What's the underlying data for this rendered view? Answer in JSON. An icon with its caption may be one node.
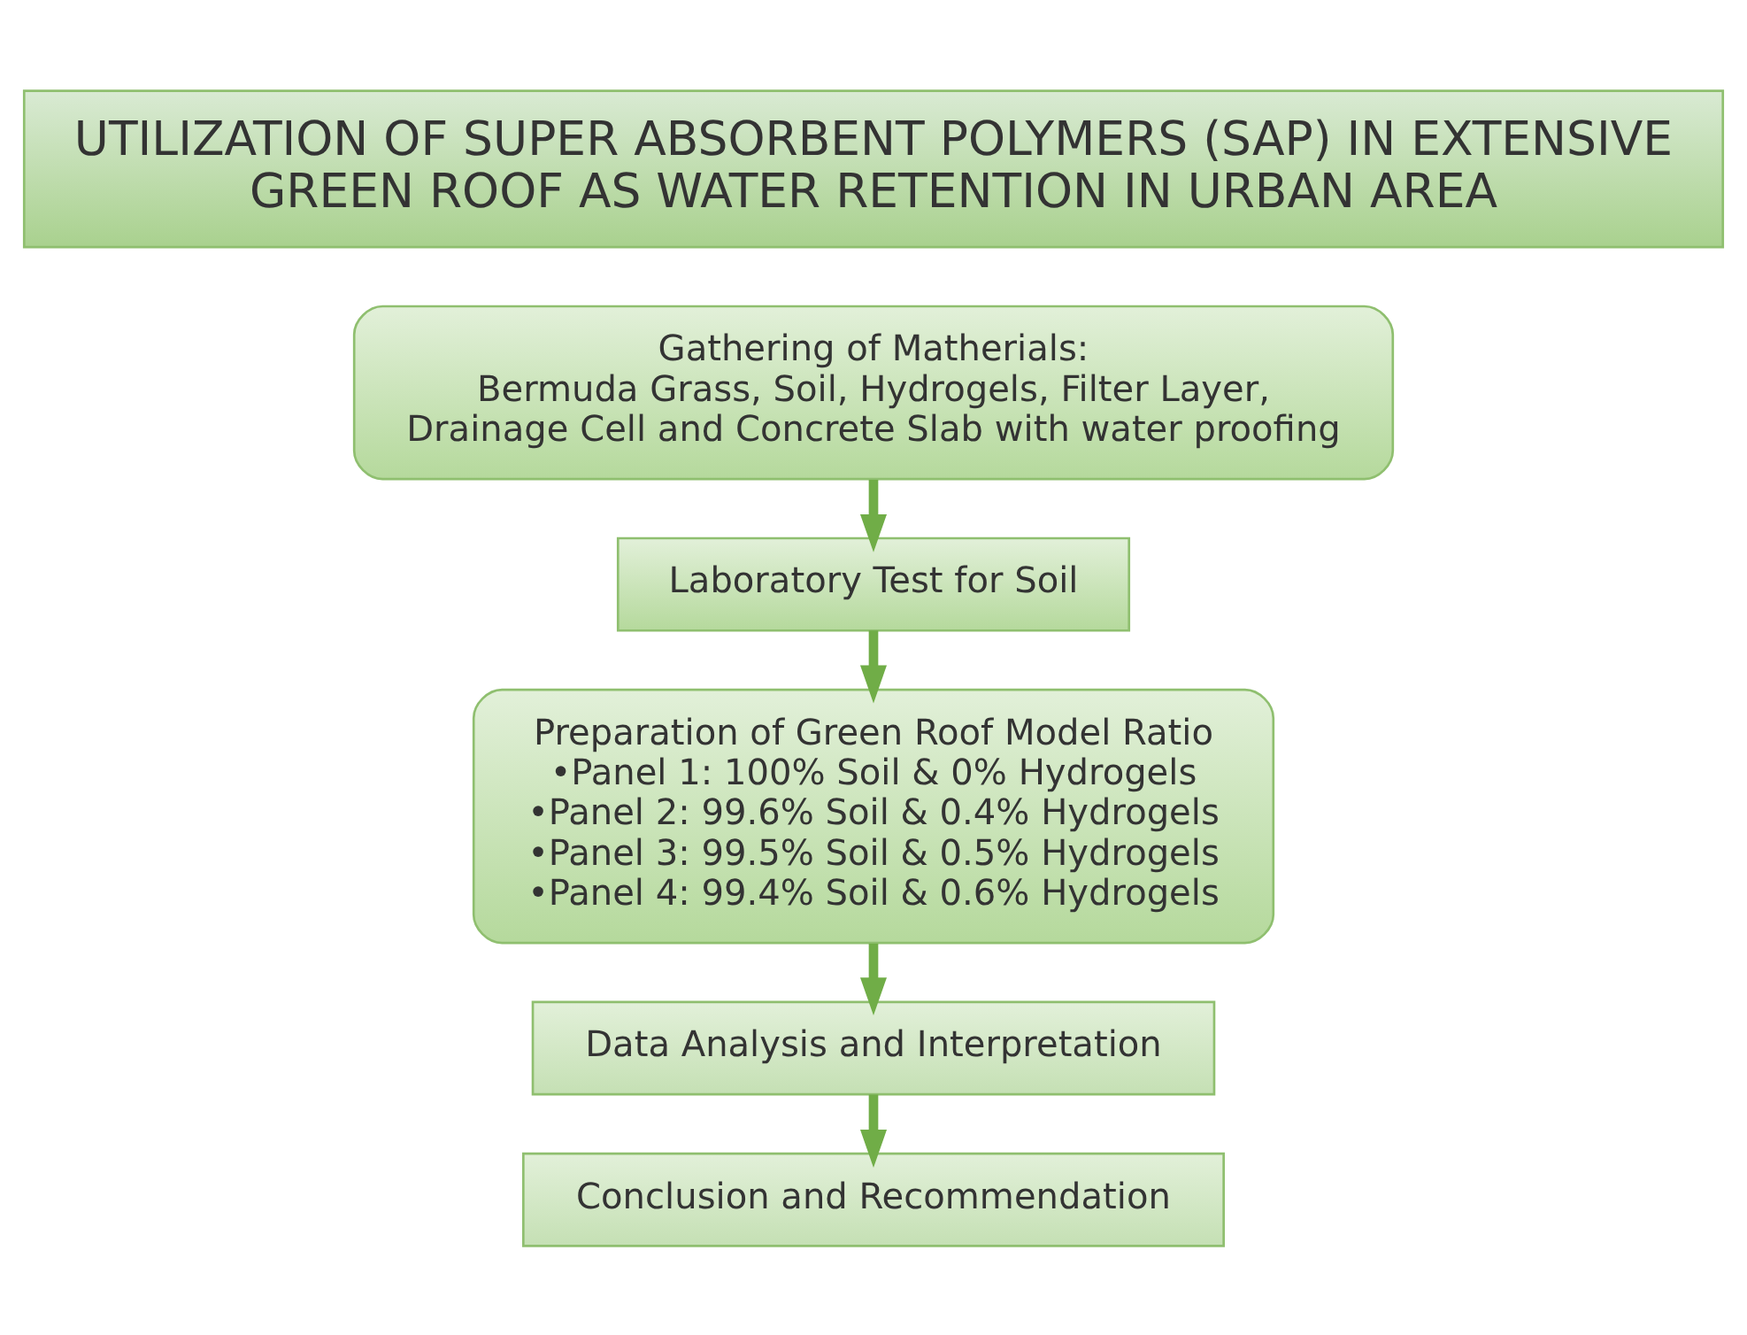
{
  "diagram": {
    "nodes": [
      {
        "text": [
          "UTILIZATION OF SUPER ABSORBENT POLYMERS (SAP) IN EXTENSIVE GREEN ROOF AS WATER RETENTION IN URBAN AREA"
        ]
      },
      {
        "text": [
          "Gathering of Matherials:",
          "Bermuda Grass, Soil, Hydrogels, Filter Layer, Drainage Cell and Concrete Slab with water proofing"
        ]
      },
      {
        "text": [
          "Laboratory Test for Soil"
        ]
      },
      {
        "text": [
          "Preparation of Green Roof Model Ratio",
          "•Panel 1: 100% Soil & 0% Hydrogels",
          "•Panel 2: 99.6% Soil & 0.4% Hydrogels",
          "•Panel 3: 99.5% Soil & 0.5% Hydrogels",
          "•Panel 4: 99.4% Soil & 0.6% Hydrogels"
        ]
      },
      {
        "text": [
          "Data Analysis and Interpretation"
        ]
      },
      {
        "text": [
          "Conclusion and Recommendation"
        ]
      }
    ],
    "edges": [
      {
        "from": 1,
        "to": 2,
        "arrow": "to"
      },
      {
        "from": 2,
        "to": 3,
        "arrow": "to"
      },
      {
        "from": 3,
        "to": 4,
        "arrow": "to"
      },
      {
        "from": 4,
        "to": 5,
        "arrow": "to"
      }
    ]
  }
}
